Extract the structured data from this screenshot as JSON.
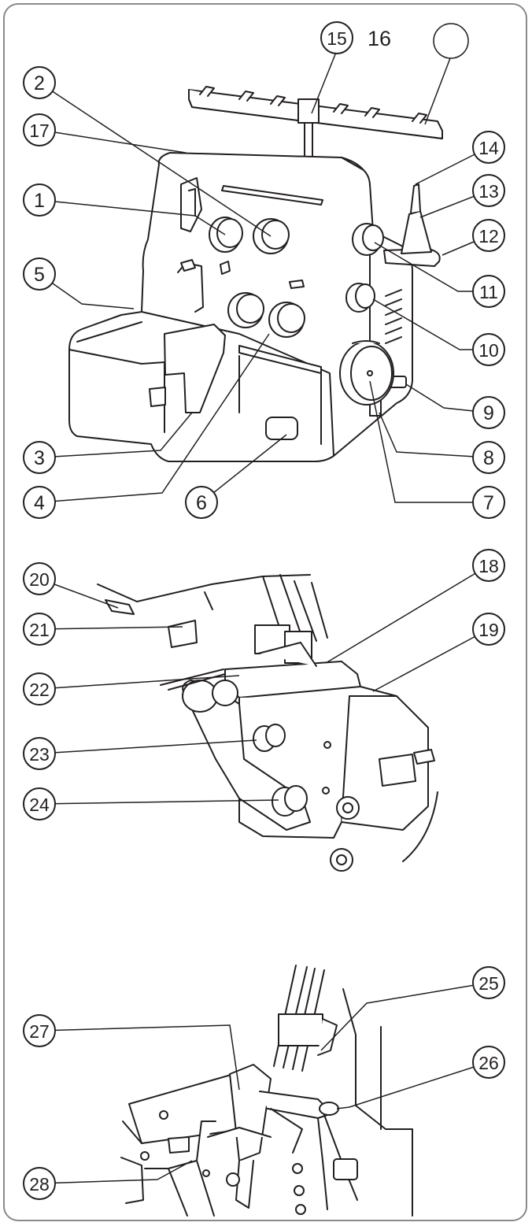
{
  "callouts": {
    "c1": "1",
    "c2": "2",
    "c3": "3",
    "c4": "4",
    "c5": "5",
    "c6": "6",
    "c7": "7",
    "c8": "8",
    "c9": "9",
    "c10": "10",
    "c11": "11",
    "c12": "12",
    "c13": "13",
    "c14": "14",
    "c15": "15",
    "c16": "16",
    "c17": "17",
    "c18": "18",
    "c19": "19",
    "c20": "20",
    "c21": "21",
    "c22": "22",
    "c23": "23",
    "c24": "24",
    "c25": "25",
    "c26": "26",
    "c27": "27",
    "c28": "28"
  },
  "colors": {
    "line": "#231f20",
    "frame": "#8a8a8a",
    "fill": "#ffffff"
  }
}
